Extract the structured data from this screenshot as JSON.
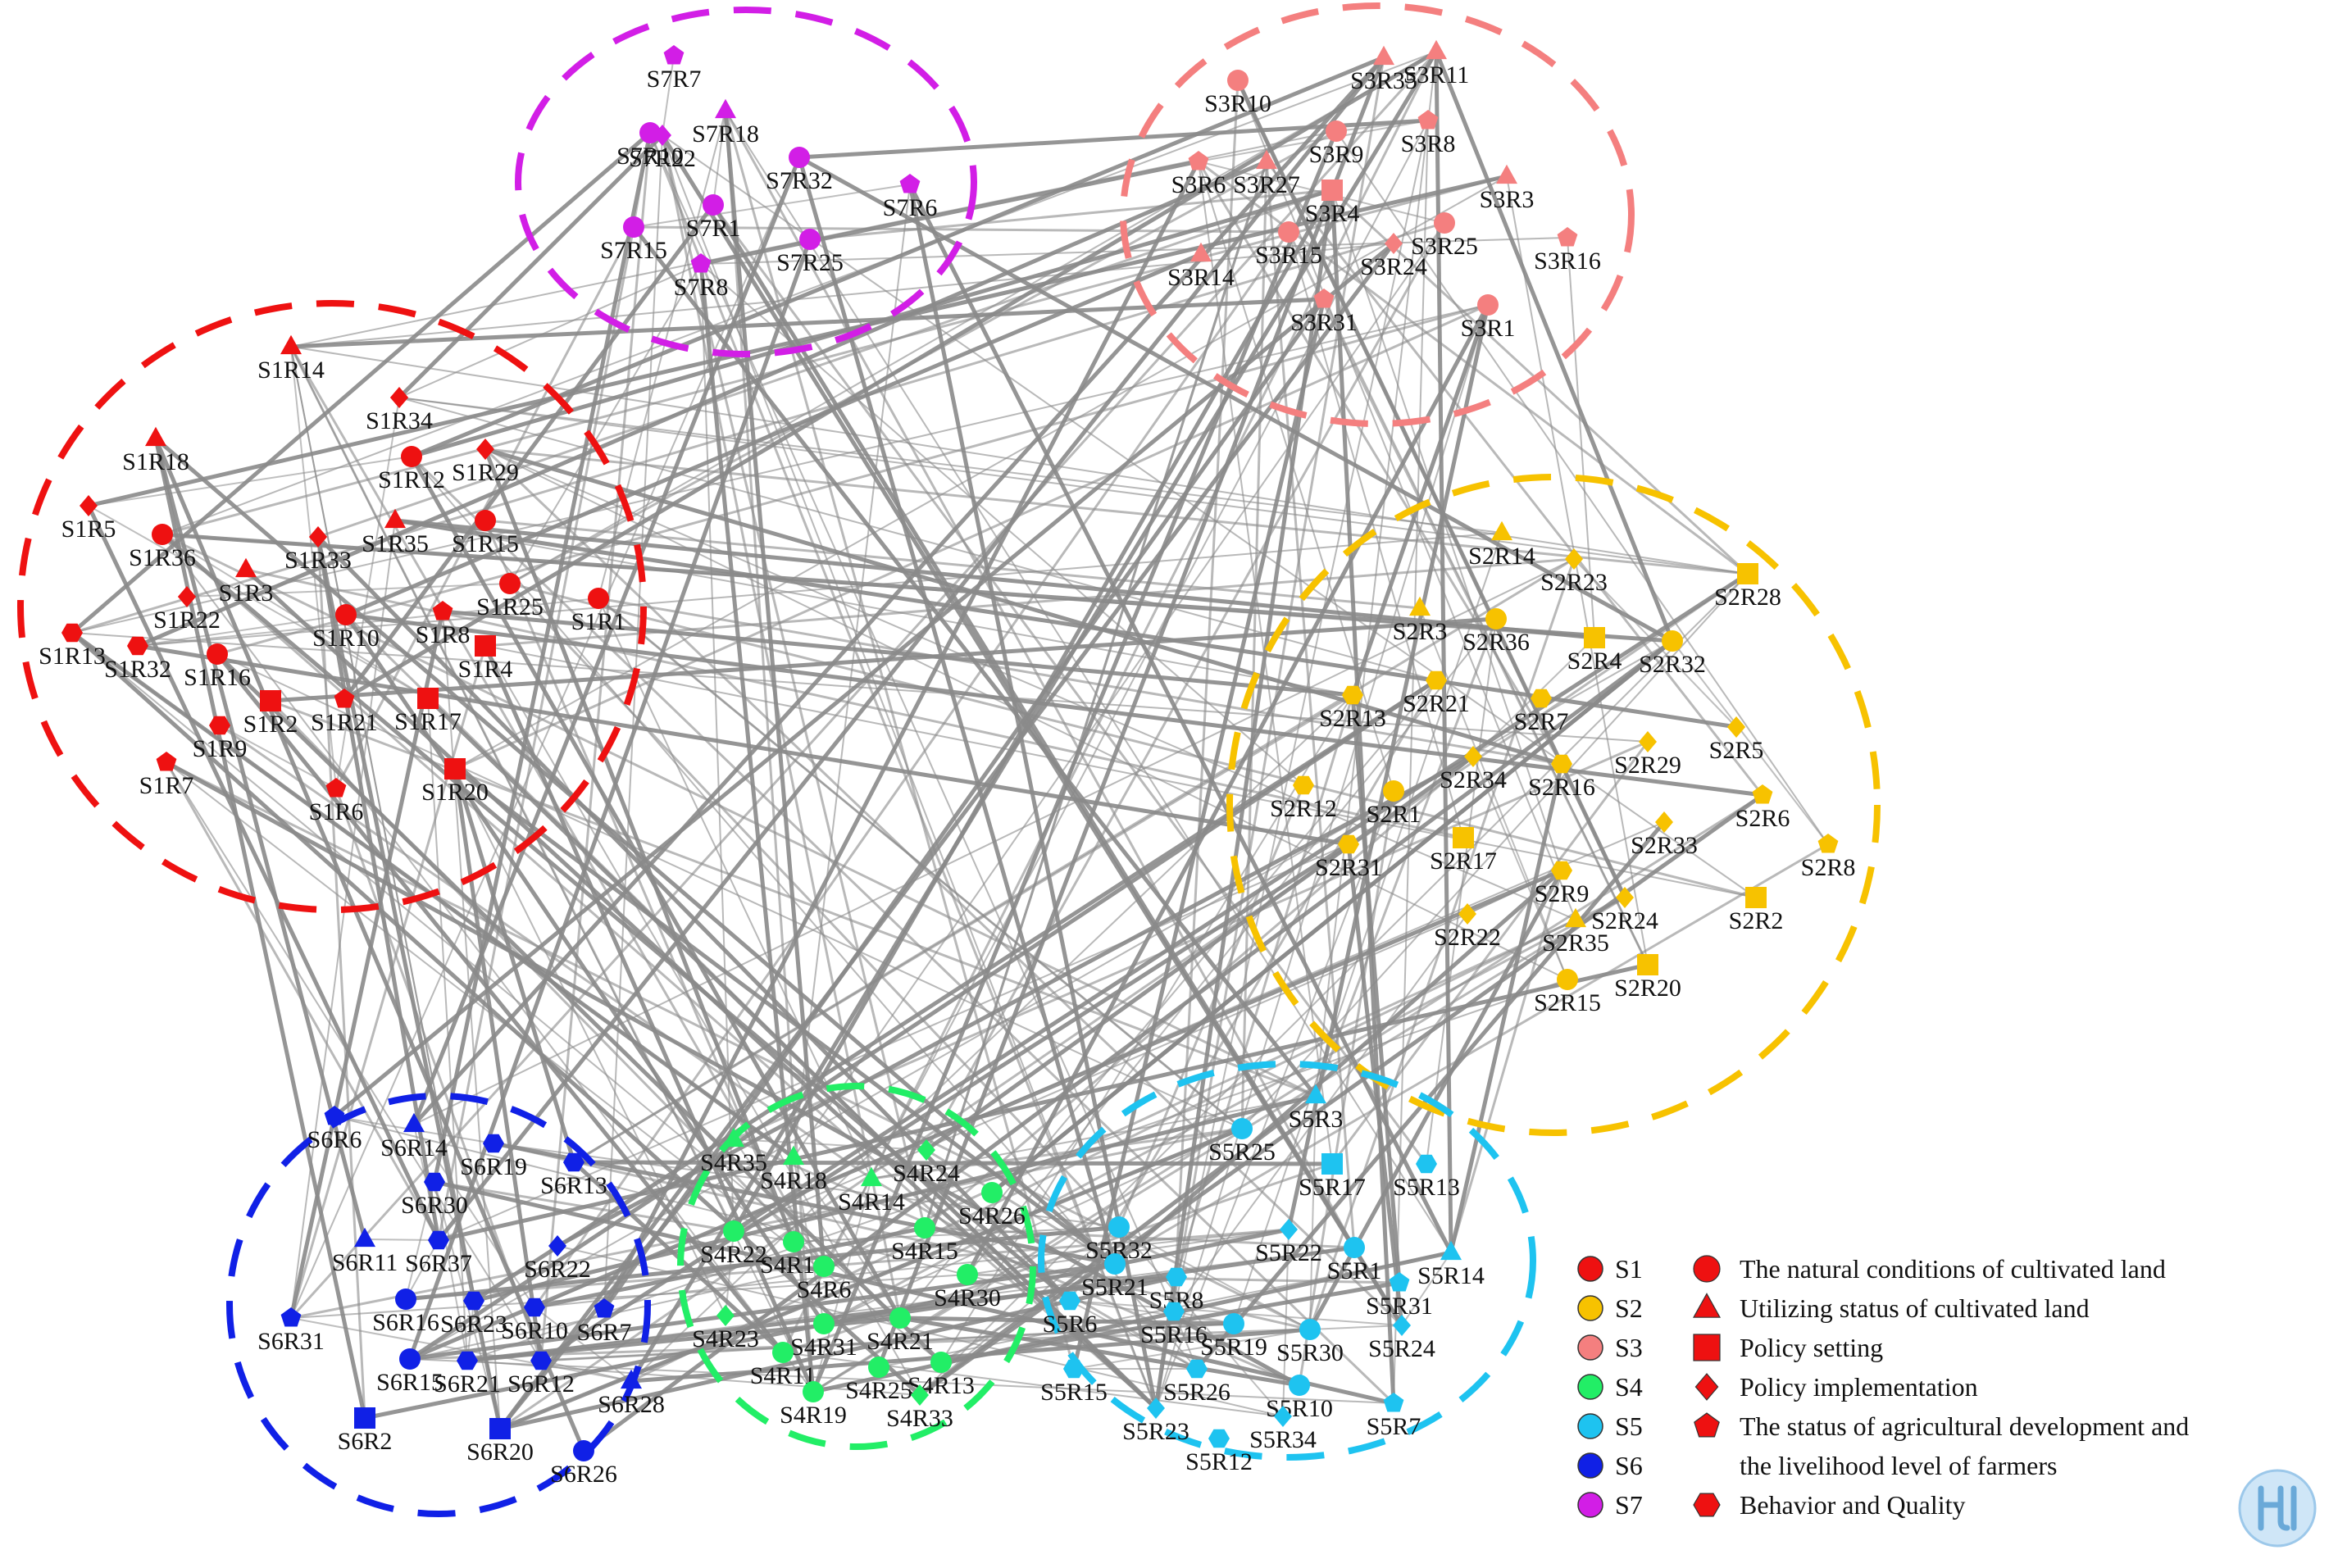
{
  "colors": {
    "S1": "#ee1111",
    "S2": "#f7c200",
    "S3": "#f47f7f",
    "S4": "#22ee66",
    "S5": "#1ec3f0",
    "S6": "#1020e6",
    "S7": "#d21ee6",
    "edge": "#8a8a8a",
    "legend_shape": "#ee1111"
  },
  "clusters": [
    {
      "id": "S1",
      "nodes": [
        {
          "label": "S1R14",
          "shape": "triangle"
        },
        {
          "label": "S1R34",
          "shape": "diamond"
        },
        {
          "label": "S1R18",
          "shape": "triangle"
        },
        {
          "label": "S1R12",
          "shape": "circle"
        },
        {
          "label": "S1R29",
          "shape": "diamond"
        },
        {
          "label": "S1R5",
          "shape": "diamond"
        },
        {
          "label": "S1R36",
          "shape": "circle"
        },
        {
          "label": "S1R33",
          "shape": "diamond"
        },
        {
          "label": "S1R35",
          "shape": "triangle"
        },
        {
          "label": "S1R15",
          "shape": "circle"
        },
        {
          "label": "S1R3",
          "shape": "triangle"
        },
        {
          "label": "S1R25",
          "shape": "circle"
        },
        {
          "label": "S1R1",
          "shape": "circle"
        },
        {
          "label": "S1R22",
          "shape": "diamond"
        },
        {
          "label": "S1R10",
          "shape": "circle"
        },
        {
          "label": "S1R8",
          "shape": "pentagon"
        },
        {
          "label": "S1R4",
          "shape": "square"
        },
        {
          "label": "S1R13",
          "shape": "hexagon"
        },
        {
          "label": "S1R32",
          "shape": "hexagon"
        },
        {
          "label": "S1R16",
          "shape": "circle"
        },
        {
          "label": "S1R2",
          "shape": "square"
        },
        {
          "label": "S1R21",
          "shape": "pentagon"
        },
        {
          "label": "S1R17",
          "shape": "square"
        },
        {
          "label": "S1R9",
          "shape": "hexagon"
        },
        {
          "label": "S1R7",
          "shape": "pentagon"
        },
        {
          "label": "S1R6",
          "shape": "pentagon"
        },
        {
          "label": "S1R20",
          "shape": "square"
        }
      ]
    },
    {
      "id": "S2",
      "nodes": [
        {
          "label": "S2R14",
          "shape": "triangle"
        },
        {
          "label": "S2R28",
          "shape": "square"
        },
        {
          "label": "S2R23",
          "shape": "diamond"
        },
        {
          "label": "S2R3",
          "shape": "triangle"
        },
        {
          "label": "S2R36",
          "shape": "circle"
        },
        {
          "label": "S2R4",
          "shape": "square"
        },
        {
          "label": "S2R32",
          "shape": "circle"
        },
        {
          "label": "S2R13",
          "shape": "hexagon"
        },
        {
          "label": "S2R21",
          "shape": "hexagon"
        },
        {
          "label": "S2R7",
          "shape": "hexagon"
        },
        {
          "label": "S2R5",
          "shape": "diamond"
        },
        {
          "label": "S2R29",
          "shape": "diamond"
        },
        {
          "label": "S2R34",
          "shape": "diamond"
        },
        {
          "label": "S2R16",
          "shape": "hexagon"
        },
        {
          "label": "S2R12",
          "shape": "hexagon"
        },
        {
          "label": "S2R1",
          "shape": "circle"
        },
        {
          "label": "S2R6",
          "shape": "pentagon"
        },
        {
          "label": "S2R8",
          "shape": "pentagon"
        },
        {
          "label": "S2R17",
          "shape": "square"
        },
        {
          "label": "S2R33",
          "shape": "diamond"
        },
        {
          "label": "S2R31",
          "shape": "hexagon"
        },
        {
          "label": "S2R9",
          "shape": "hexagon"
        },
        {
          "label": "S2R24",
          "shape": "diamond"
        },
        {
          "label": "S2R2",
          "shape": "square"
        },
        {
          "label": "S2R22",
          "shape": "diamond"
        },
        {
          "label": "S2R35",
          "shape": "triangle"
        },
        {
          "label": "S2R15",
          "shape": "circle"
        },
        {
          "label": "S2R20",
          "shape": "square"
        }
      ]
    },
    {
      "id": "S3",
      "nodes": [
        {
          "label": "S3R10",
          "shape": "circle"
        },
        {
          "label": "S3R35",
          "shape": "triangle"
        },
        {
          "label": "S3R11",
          "shape": "triangle"
        },
        {
          "label": "S3R9",
          "shape": "circle"
        },
        {
          "label": "S3R8",
          "shape": "pentagon"
        },
        {
          "label": "S3R6",
          "shape": "pentagon"
        },
        {
          "label": "S3R27",
          "shape": "triangle"
        },
        {
          "label": "S3R4",
          "shape": "square"
        },
        {
          "label": "S3R3",
          "shape": "triangle"
        },
        {
          "label": "S3R14",
          "shape": "triangle"
        },
        {
          "label": "S3R15",
          "shape": "circle"
        },
        {
          "label": "S3R24",
          "shape": "diamond"
        },
        {
          "label": "S3R25",
          "shape": "circle"
        },
        {
          "label": "S3R16",
          "shape": "pentagon"
        },
        {
          "label": "S3R31",
          "shape": "pentagon"
        },
        {
          "label": "S3R1",
          "shape": "circle"
        }
      ]
    },
    {
      "id": "S4",
      "nodes": [
        {
          "label": "S4R35",
          "shape": "triangle"
        },
        {
          "label": "S4R18",
          "shape": "triangle"
        },
        {
          "label": "S4R14",
          "shape": "triangle"
        },
        {
          "label": "S4R24",
          "shape": "diamond"
        },
        {
          "label": "S4R26",
          "shape": "circle"
        },
        {
          "label": "S4R22",
          "shape": "circle"
        },
        {
          "label": "S4R15",
          "shape": "circle"
        },
        {
          "label": "S4R10",
          "shape": "circle"
        },
        {
          "label": "S4R6",
          "shape": "circle"
        },
        {
          "label": "S4R30",
          "shape": "circle"
        },
        {
          "label": "S4R31",
          "shape": "circle"
        },
        {
          "label": "S4R21",
          "shape": "circle"
        },
        {
          "label": "S4R23",
          "shape": "diamond"
        },
        {
          "label": "S4R11",
          "shape": "circle"
        },
        {
          "label": "S4R13",
          "shape": "circle"
        },
        {
          "label": "S4R25",
          "shape": "circle"
        },
        {
          "label": "S4R19",
          "shape": "circle"
        },
        {
          "label": "S4R33",
          "shape": "diamond"
        }
      ]
    },
    {
      "id": "S5",
      "nodes": [
        {
          "label": "S5R3",
          "shape": "triangle"
        },
        {
          "label": "S5R25",
          "shape": "circle"
        },
        {
          "label": "S5R17",
          "shape": "square"
        },
        {
          "label": "S5R13",
          "shape": "hexagon"
        },
        {
          "label": "S5R32",
          "shape": "circle"
        },
        {
          "label": "S5R21",
          "shape": "circle"
        },
        {
          "label": "S5R8",
          "shape": "hexagon"
        },
        {
          "label": "S5R22",
          "shape": "diamond"
        },
        {
          "label": "S5R1",
          "shape": "circle"
        },
        {
          "label": "S5R14",
          "shape": "triangle"
        },
        {
          "label": "S5R16",
          "shape": "hexagon"
        },
        {
          "label": "S5R6",
          "shape": "hexagon"
        },
        {
          "label": "S5R31",
          "shape": "pentagon"
        },
        {
          "label": "S5R19",
          "shape": "circle"
        },
        {
          "label": "S5R30",
          "shape": "circle"
        },
        {
          "label": "S5R24",
          "shape": "diamond"
        },
        {
          "label": "S5R15",
          "shape": "hexagon"
        },
        {
          "label": "S5R26",
          "shape": "hexagon"
        },
        {
          "label": "S5R10",
          "shape": "circle"
        },
        {
          "label": "S5R7",
          "shape": "pentagon"
        },
        {
          "label": "S5R23",
          "shape": "diamond"
        },
        {
          "label": "S5R34",
          "shape": "diamond"
        },
        {
          "label": "S5R12",
          "shape": "hexagon"
        }
      ]
    },
    {
      "id": "S6",
      "nodes": [
        {
          "label": "S6R6",
          "shape": "pentagon"
        },
        {
          "label": "S6R14",
          "shape": "triangle"
        },
        {
          "label": "S6R19",
          "shape": "hexagon"
        },
        {
          "label": "S6R13",
          "shape": "hexagon"
        },
        {
          "label": "S6R30",
          "shape": "hexagon"
        },
        {
          "label": "S6R11",
          "shape": "triangle"
        },
        {
          "label": "S6R37",
          "shape": "hexagon"
        },
        {
          "label": "S6R22",
          "shape": "diamond"
        },
        {
          "label": "S6R16",
          "shape": "circle"
        },
        {
          "label": "S6R23",
          "shape": "hexagon"
        },
        {
          "label": "S6R10",
          "shape": "hexagon"
        },
        {
          "label": "S6R7",
          "shape": "pentagon"
        },
        {
          "label": "S6R31",
          "shape": "pentagon"
        },
        {
          "label": "S6R15",
          "shape": "circle"
        },
        {
          "label": "S6R21",
          "shape": "hexagon"
        },
        {
          "label": "S6R12",
          "shape": "hexagon"
        },
        {
          "label": "S6R28",
          "shape": "triangle"
        },
        {
          "label": "S6R2",
          "shape": "square"
        },
        {
          "label": "S6R20",
          "shape": "square"
        },
        {
          "label": "S6R26",
          "shape": "circle"
        }
      ]
    },
    {
      "id": "S7",
      "nodes": [
        {
          "label": "S7R7",
          "shape": "pentagon"
        },
        {
          "label": "S7R18",
          "shape": "triangle"
        },
        {
          "label": "S7R10",
          "shape": "circle"
        },
        {
          "label": "S7R22",
          "shape": "diamond"
        },
        {
          "label": "S7R32",
          "shape": "circle"
        },
        {
          "label": "S7R6",
          "shape": "pentagon"
        },
        {
          "label": "S7R1",
          "shape": "circle"
        },
        {
          "label": "S7R15",
          "shape": "circle"
        },
        {
          "label": "S7R25",
          "shape": "circle"
        },
        {
          "label": "S7R8",
          "shape": "pentagon"
        }
      ]
    }
  ],
  "legend": {
    "groups": [
      {
        "id": "S1",
        "label": "S1"
      },
      {
        "id": "S2",
        "label": "S2"
      },
      {
        "id": "S3",
        "label": "S3"
      },
      {
        "id": "S4",
        "label": "S4"
      },
      {
        "id": "S5",
        "label": "S5"
      },
      {
        "id": "S6",
        "label": "S6"
      },
      {
        "id": "S7",
        "label": "S7"
      }
    ],
    "shapes": [
      {
        "shape": "circle",
        "lines": [
          "The natural conditions of cultivated land"
        ]
      },
      {
        "shape": "triangle",
        "lines": [
          "Utilizing  status of cultivated land"
        ]
      },
      {
        "shape": "square",
        "lines": [
          "Policy setting"
        ]
      },
      {
        "shape": "diamond",
        "lines": [
          "Policy implementation"
        ]
      },
      {
        "shape": "pentagon",
        "lines": [
          "The status of agricultural development and",
          "the livelihood level of farmers"
        ]
      },
      {
        "shape": "hexagon",
        "lines": [
          "Behavior and Quality"
        ]
      }
    ]
  }
}
